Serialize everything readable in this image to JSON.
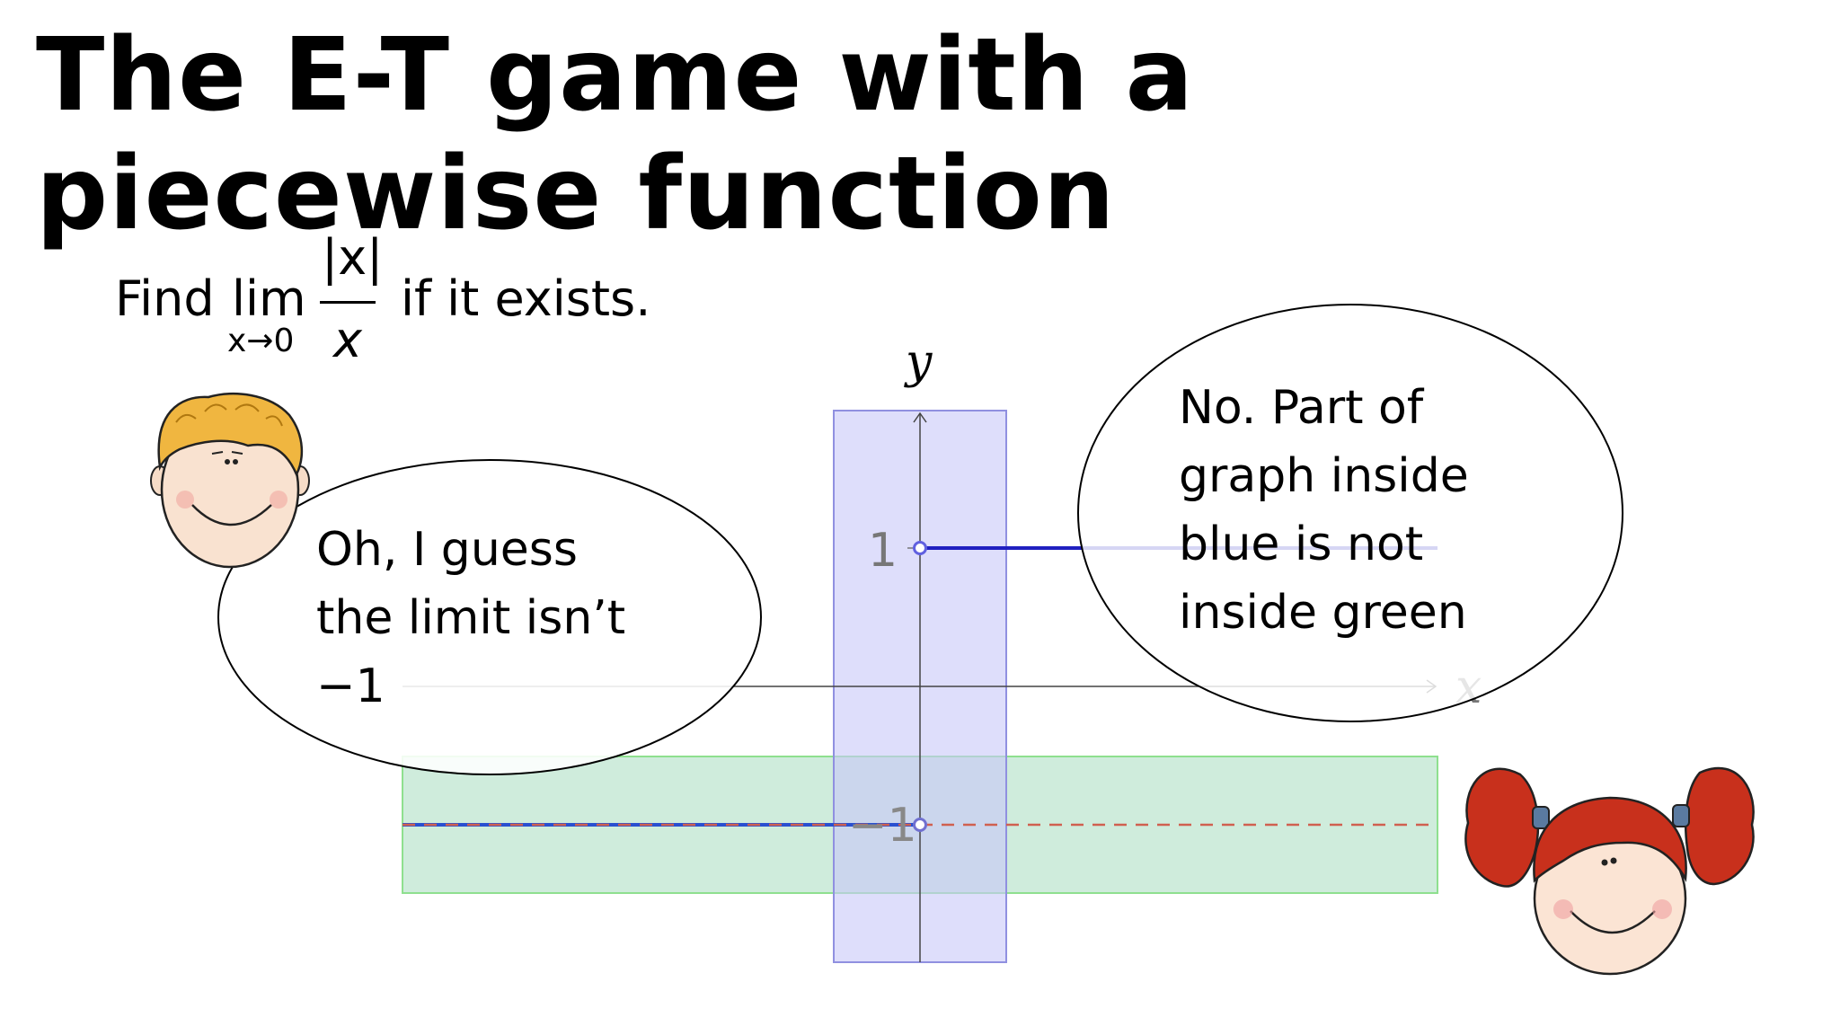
{
  "title": "The E-T game with a piecewise function",
  "problem": {
    "find": "Find",
    "lim": "lim",
    "subscript": "x→0",
    "numerator": "|x|",
    "denominator": "x",
    "suffix": "if it exists."
  },
  "graph": {
    "x_axis_label": "x",
    "y_axis_label": "y",
    "tick_labels": {
      "pos_one": "1",
      "neg_one": "−1"
    },
    "colors": {
      "blue_band": "#c8c8f8",
      "green_band": "#bfe6d0",
      "upper_branch": "#2020c0",
      "lower_branch": "#2a50d0",
      "dashed_line": "#d06050",
      "open_point": "#6060e0"
    }
  },
  "bubbles": {
    "boy": {
      "lines": [
        "Oh, I guess",
        "the limit isn’t",
        "−1"
      ]
    },
    "girl": {
      "lines": [
        "No.  Part of",
        "graph inside",
        "blue is not",
        "inside green"
      ]
    }
  },
  "characters": {
    "boy_icon": "boy-face-icon",
    "girl_icon": "girl-face-icon"
  }
}
